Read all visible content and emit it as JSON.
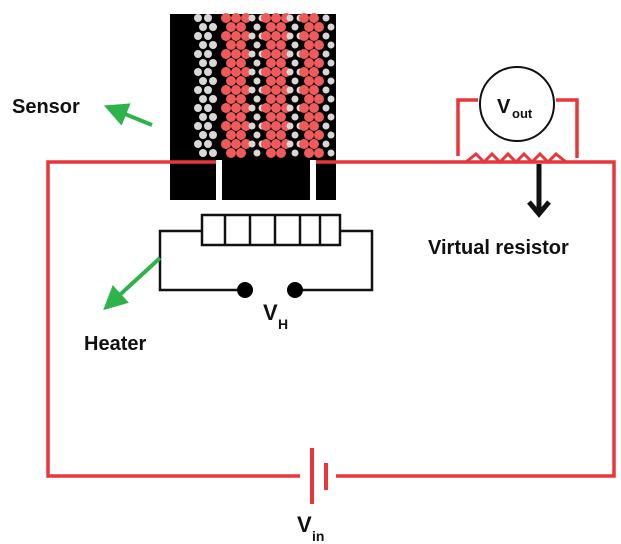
{
  "labels": {
    "sensor": "Sensor",
    "heater": "Heater",
    "virtual_resistor": "Virtual resistor",
    "vout_main": "V",
    "vout_sub": "out",
    "vh_main": "V",
    "vh_sub": "H",
    "vin_main": "V",
    "vin_sub": "in"
  },
  "colors": {
    "wire": "#e8363a",
    "black_wire": "#111111",
    "arrow": "#2db34a",
    "sensor_body": "#000000",
    "atom_red": "#ef5b5b",
    "atom_gray": "#d9d6d6"
  },
  "icons": {
    "sensor_arrow": "arrow-up-left-icon",
    "heater_arrow": "arrow-down-left-icon",
    "down_arrow": "arrow-down-icon"
  }
}
